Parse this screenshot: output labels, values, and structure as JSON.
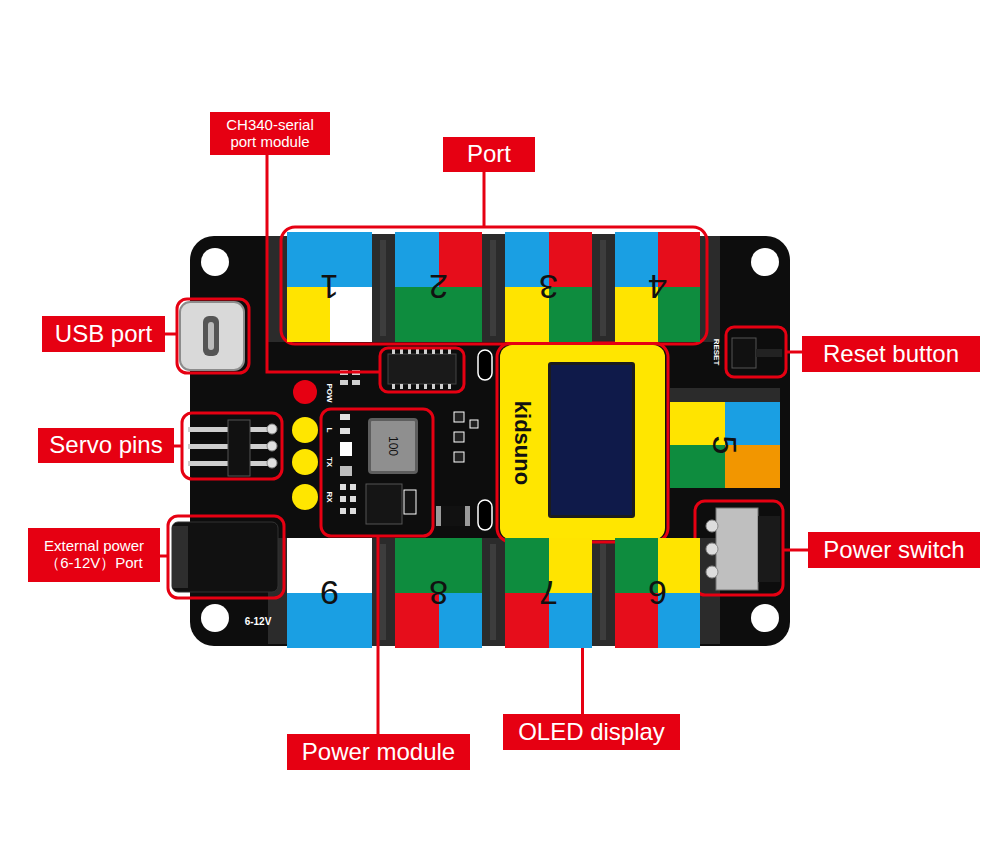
{
  "diagram": {
    "nodes": [
      {
        "text": [
          "CH340-serial port module"
        ]
      },
      {
        "text": [
          "Port"
        ]
      },
      {
        "text": [
          "1"
        ]
      },
      {
        "text": [
          "2"
        ]
      },
      {
        "text": [
          "3"
        ]
      },
      {
        "text": [
          "4"
        ]
      },
      {
        "text": [
          "USB port"
        ]
      },
      {
        "text": [
          "Reset button"
        ]
      },
      {
        "text": [
          "kidsuno"
        ]
      },
      {
        "text": [
          "Servo pins"
        ]
      },
      {
        "text": [
          "100"
        ]
      },
      {
        "text": [
          "5"
        ]
      },
      {
        "text": [
          "Power switch"
        ]
      },
      {
        "text": [
          "External power （6-12V）Port"
        ]
      },
      {
        "text": [
          "9"
        ]
      },
      {
        "text": [
          "8"
        ]
      },
      {
        "text": [
          "7"
        ]
      },
      {
        "text": [
          "6"
        ]
      },
      {
        "text": [
          "Power module"
        ]
      },
      {
        "text": [
          "OLED display"
        ]
      }
    ],
    "edges": [
      {
        "from": 19,
        "to": 8,
        "arrow": "none"
      }
    ],
    "labels": [
      "POW",
      "L",
      "TX",
      "RX",
      "RESET",
      "6-12V"
    ]
  }
}
